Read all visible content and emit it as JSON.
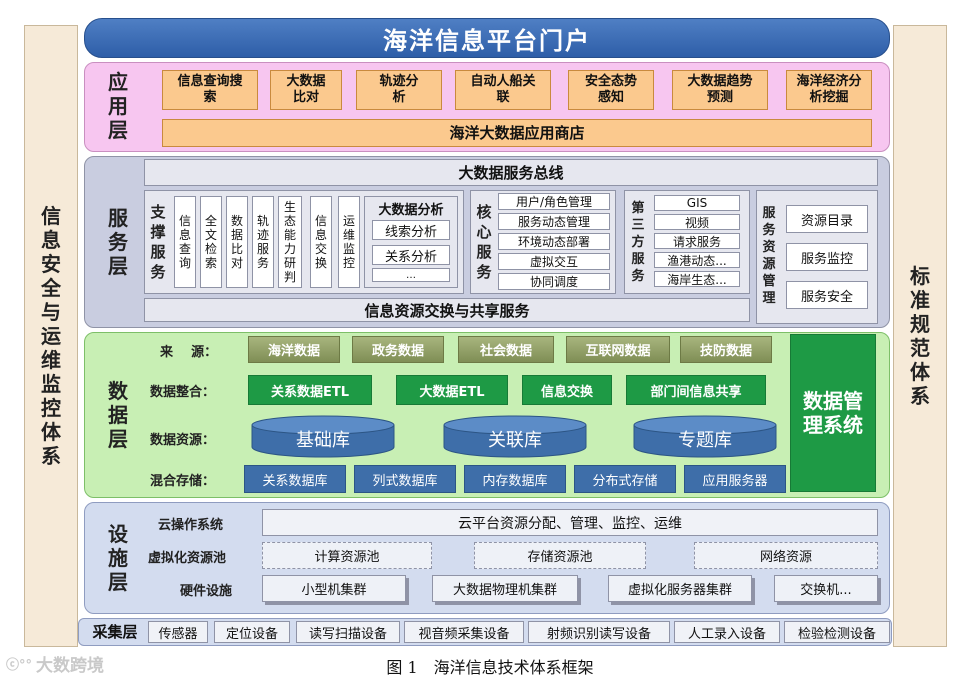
{
  "left_side": "信息安全与运维监控体系",
  "right_side": "标准规范体系",
  "portal": "海洋信息平台门户",
  "app_layer": {
    "title": "应用层",
    "items": [
      "信息查询搜索",
      "大数据比对",
      "轨迹分析",
      "自动人船关联",
      "安全态势感知",
      "大数据趋势预测",
      "海洋经济分析挖掘"
    ],
    "store": "海洋大数据应用商店"
  },
  "service_layer": {
    "title": "服务层",
    "bus": "大数据服务总线",
    "support_title": "支撑服务",
    "support_items": [
      "信息查询",
      "全文检索",
      "数据比对",
      "轨迹服务",
      "生态能力研判",
      "信息交换",
      "运维监控"
    ],
    "analysis_title": "大数据分析",
    "analysis_items": [
      "线索分析",
      "关系分析",
      "…"
    ],
    "core_title": "核心服务",
    "core_items": [
      "用户/角色管理",
      "服务动态管理",
      "环境动态部署",
      "虚拟交互",
      "协同调度"
    ],
    "third_title": "第三方服务",
    "third_items": [
      "GIS",
      "视频",
      "请求服务",
      "渔港动态...",
      "海岸生态..."
    ],
    "resmgmt_title": "服务资源管理",
    "resmgmt_items": [
      "资源目录",
      "服务监控",
      "服务安全"
    ],
    "exchange": "信息资源交换与共享服务"
  },
  "data_layer": {
    "title": "数据层",
    "source_label": "来    源：",
    "sources": [
      "海洋数据",
      "政务数据",
      "社会数据",
      "互联网数据",
      "技防数据"
    ],
    "integration_label": "数据整合：",
    "integration": [
      "关系数据ETL",
      "大数据ETL",
      "信息交换",
      "部门间信息共享"
    ],
    "resource_label": "数据资源：",
    "resources": [
      "基础库",
      "关联库",
      "专题库"
    ],
    "storage_label": "混合存储：",
    "storage": [
      "关系数据库",
      "列式数据库",
      "内存数据库",
      "分布式存储",
      "应用服务器"
    ],
    "mgmt": "数据管理系统"
  },
  "infra_layer": {
    "title": "设施层",
    "cloud_label": "云操作系统",
    "cloud": "云平台资源分配、管理、监控、运维",
    "virtual_label": "虚拟化资源池",
    "virtual": [
      "计算资源池",
      "存储资源池",
      "网络资源"
    ],
    "hardware_label": "硬件设施",
    "hardware": [
      "小型机集群",
      "大数据物理机集群",
      "虚拟化服务器集群",
      "交换机..."
    ]
  },
  "collect_layer": {
    "title": "采集层",
    "items": [
      "传感器",
      "定位设备",
      "读写扫描设备",
      "视音频采集设备",
      "射频识别读写设备",
      "人工录入设备",
      "检验检测设备"
    ]
  },
  "caption": "图 1　海洋信息技术体系框架",
  "watermark": "大数跨境",
  "colors": {
    "portal": "#3a6db5",
    "app_bg": "#f7c6f0",
    "service_bg": "#c9cde0",
    "data_bg": "#c8efb4",
    "infra_bg": "#d3dcef",
    "green": "#1e9a45",
    "blue": "#3e6ea9"
  }
}
